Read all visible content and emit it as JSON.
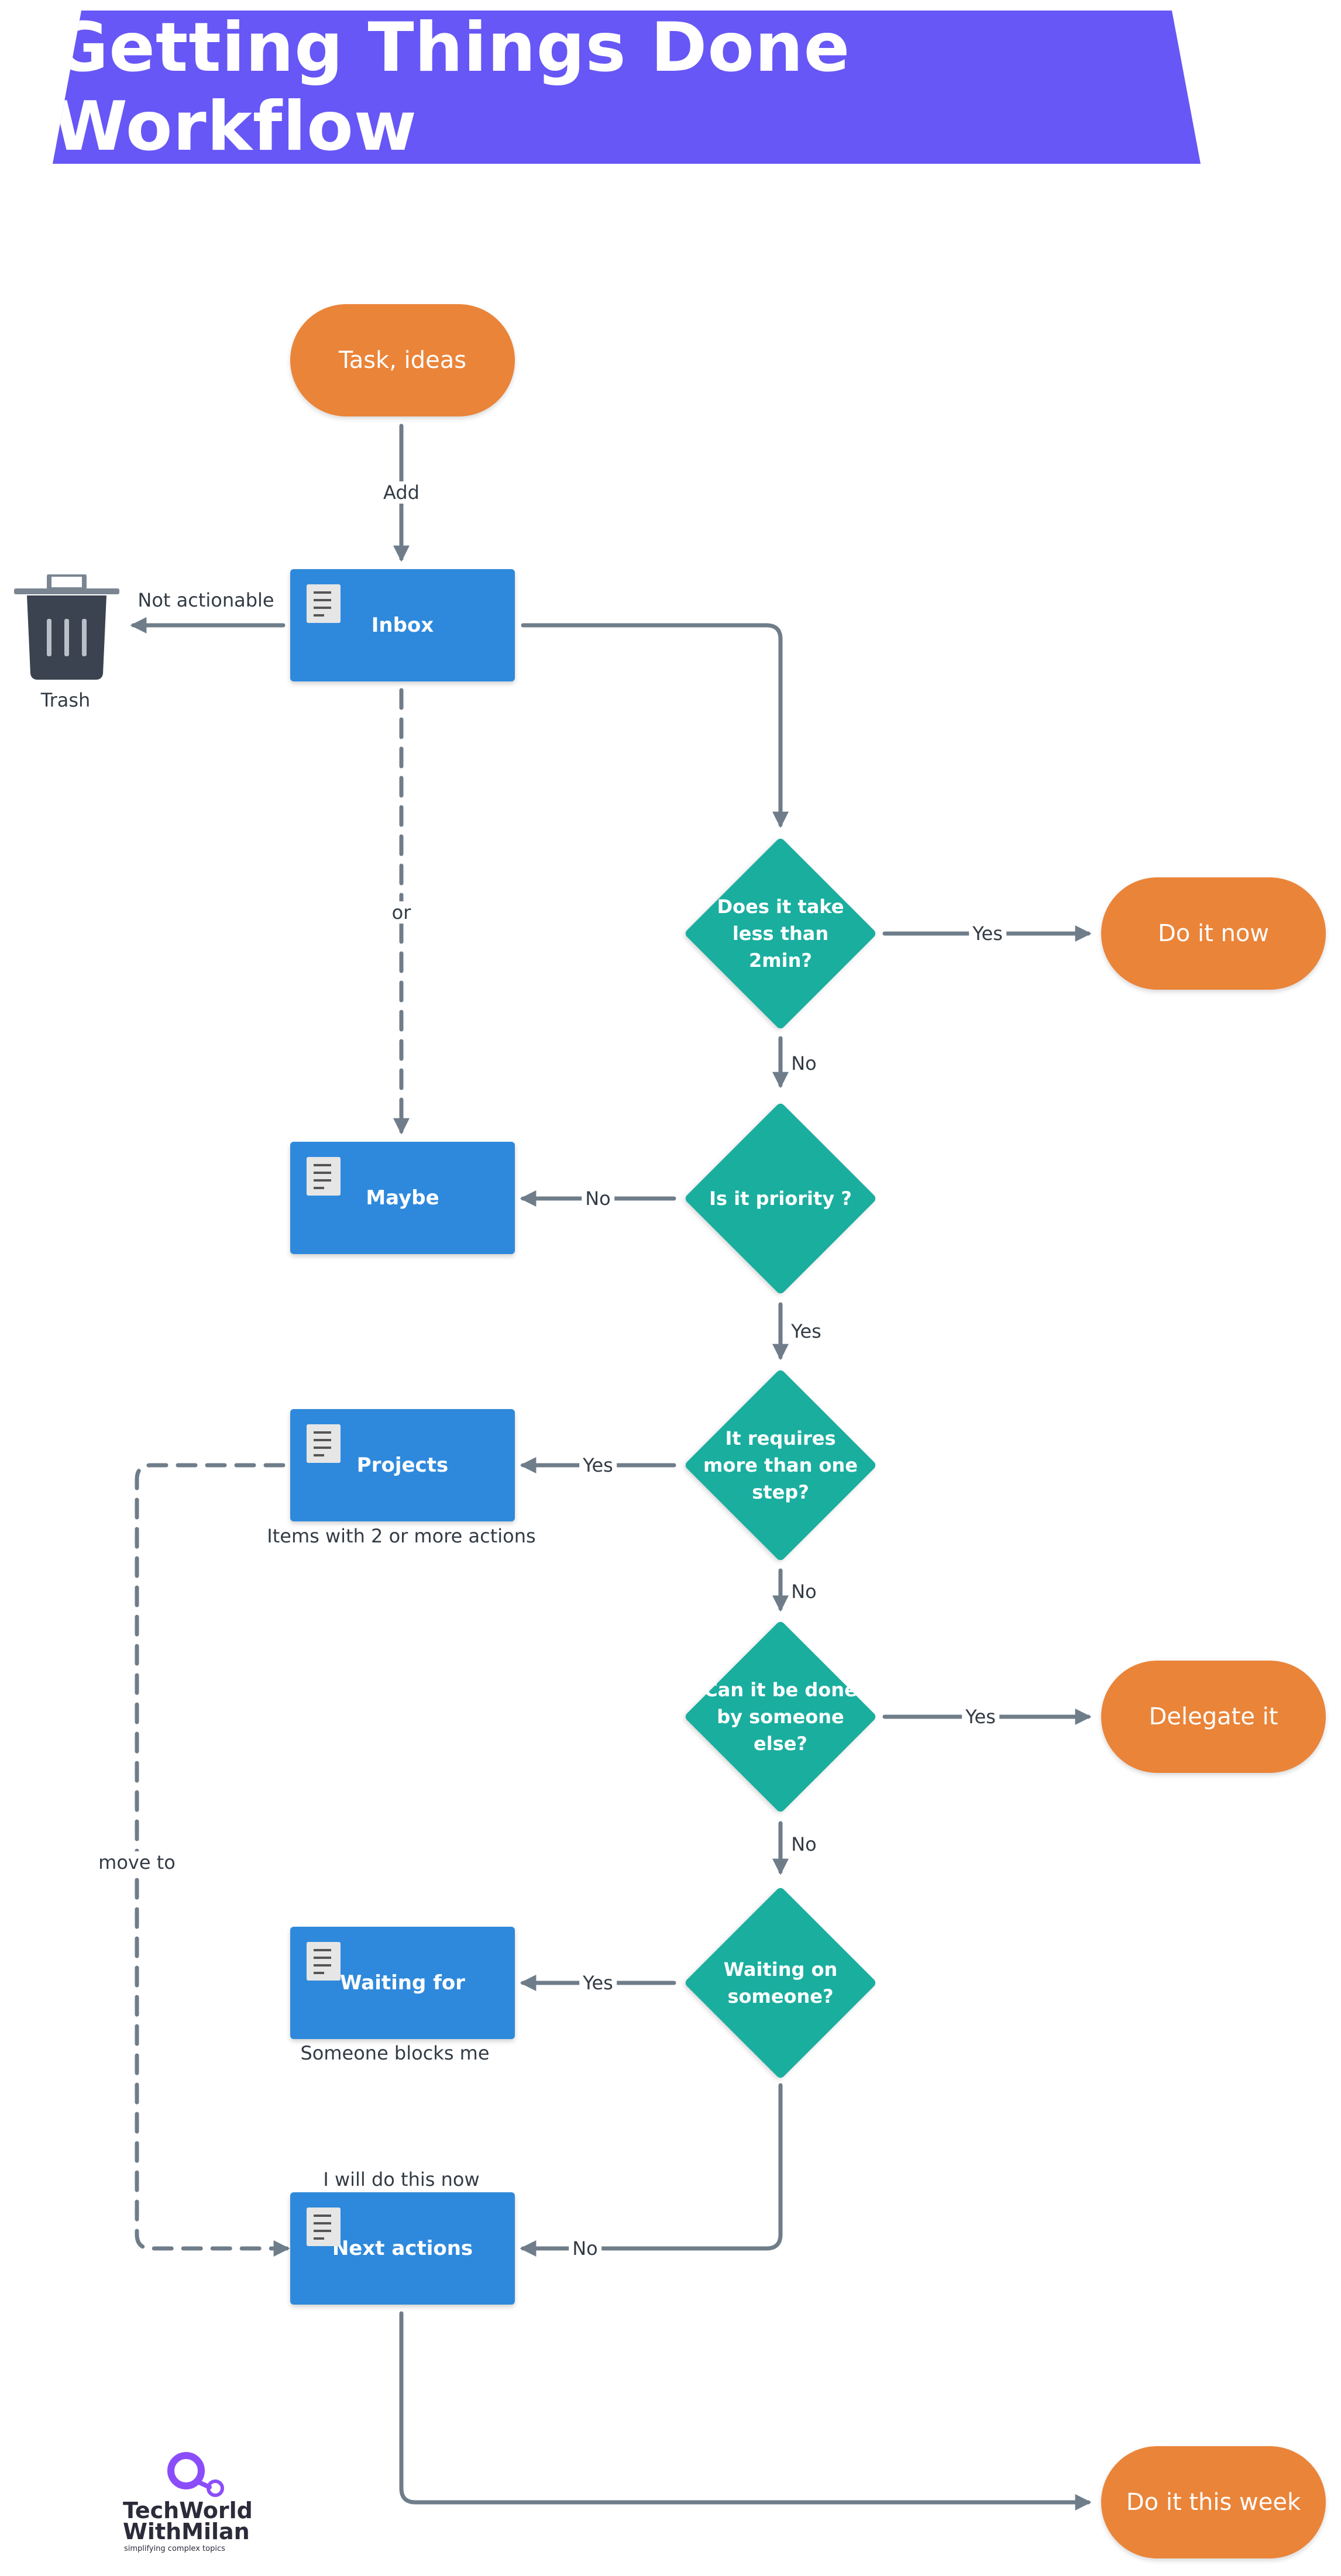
{
  "title": "Getting Things Done Workflow",
  "nodes": {
    "task_ideas": "Task, ideas",
    "inbox": "Inbox",
    "trash": "Trash",
    "q_two_min": "Does it take less than 2min?",
    "do_it_now": "Do it now",
    "maybe": "Maybe",
    "q_priority": "Is it priority ?",
    "projects": "Projects",
    "q_more_steps": "It requires more than one step?",
    "q_someone_else": "Can it be done by someone else?",
    "delegate": "Delegate it",
    "waiting_for": "Waiting for",
    "q_waiting": "Waiting on someone?",
    "next_actions": "Next actions",
    "do_this_week": "Do it this week"
  },
  "labels": {
    "add": "Add",
    "not_actionable": "Not actionable",
    "or": "or",
    "yes_two_min": "Yes",
    "no_two_min": "No",
    "no_priority": "No",
    "yes_priority": "Yes",
    "yes_more_steps": "Yes",
    "no_more_steps": "No",
    "yes_someone_else": "Yes",
    "no_someone_else": "No",
    "yes_waiting": "Yes",
    "no_waiting": "No",
    "move_to": "move to",
    "projects_note": "Items with 2 or more actions",
    "waiting_note": "Someone blocks me",
    "next_note": "I will do this now"
  },
  "logo": {
    "line1": "TechWorld",
    "line2": "WithMilan",
    "tagline": "simplifying complex topics"
  },
  "colors": {
    "banner": "#6757f6",
    "terminal": "#ea8439",
    "process": "#2e89dc",
    "decision": "#1aae9f",
    "connector": "#6f7d8a"
  }
}
